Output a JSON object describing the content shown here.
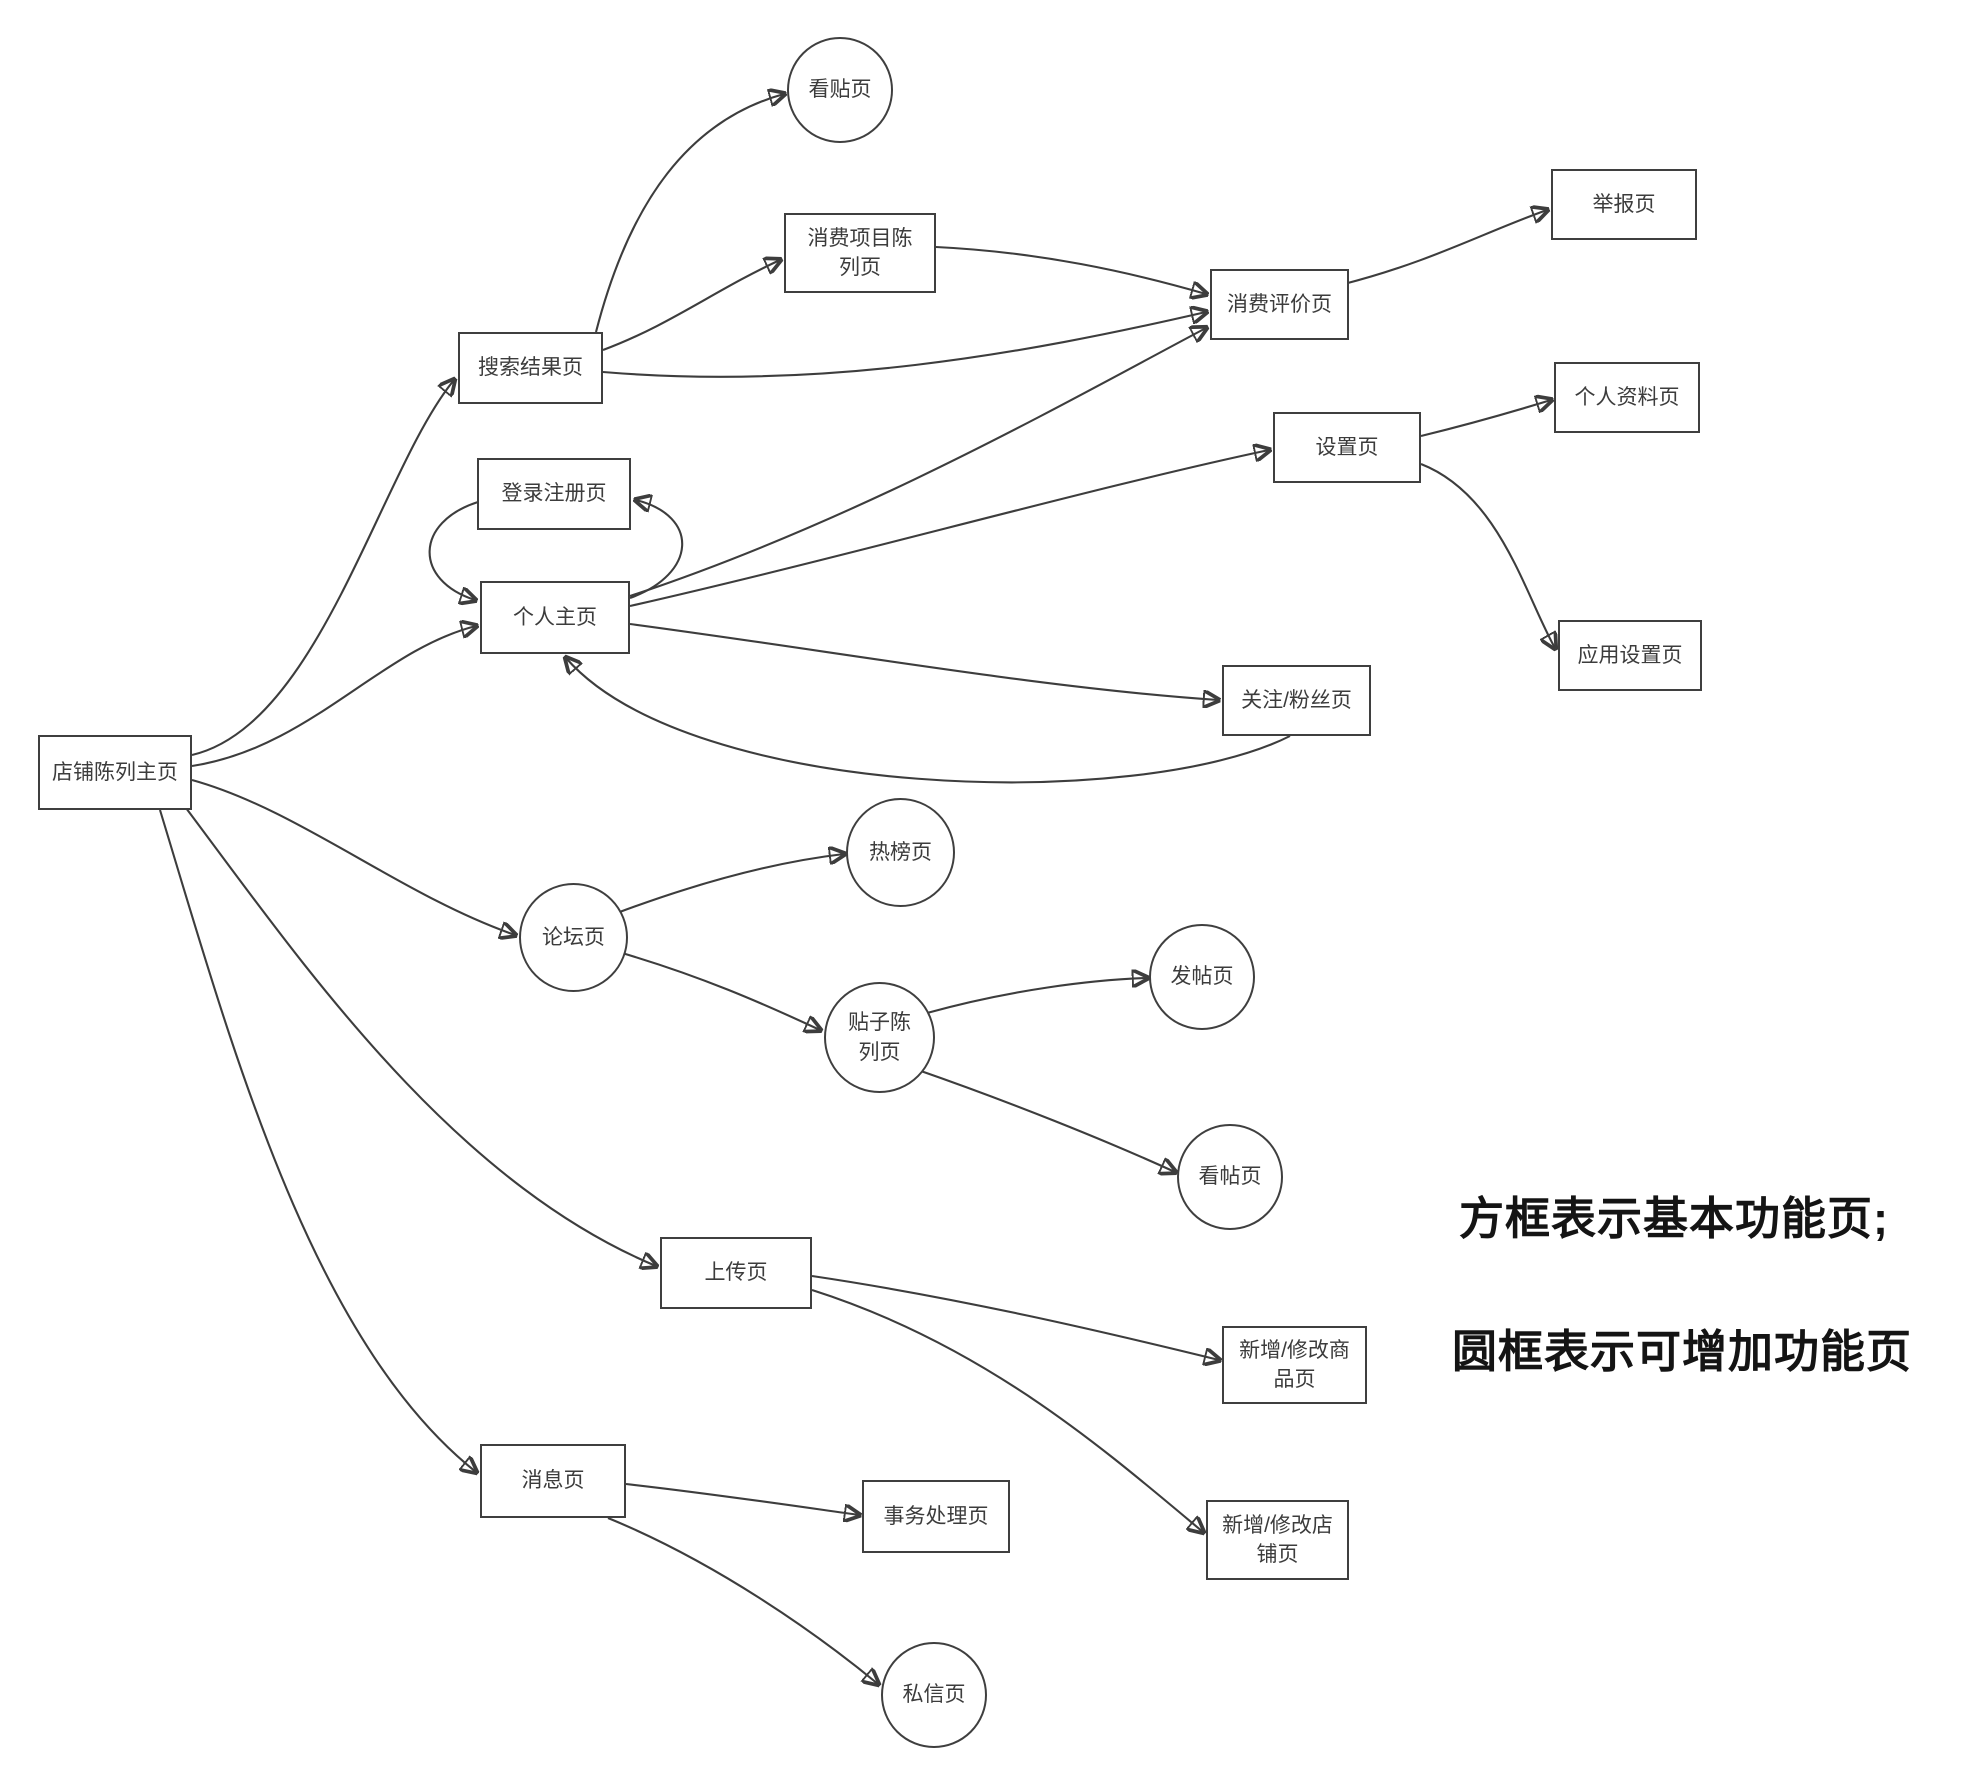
{
  "diagram": {
    "background_color": "#ffffff",
    "stroke_color": "#3d3d3d",
    "nodes": {
      "shop_home": {
        "label": "店铺陈列主页",
        "shape": "rect"
      },
      "search_results": {
        "label": "搜索结果页",
        "shape": "rect"
      },
      "view_post_bbs": {
        "label": "看贴页",
        "shape": "circle"
      },
      "consume_item_list": {
        "label": "消费项目陈\n列页",
        "shape": "rect"
      },
      "consume_review": {
        "label": "消费评价页",
        "shape": "rect"
      },
      "report": {
        "label": "举报页",
        "shape": "rect"
      },
      "settings": {
        "label": "设置页",
        "shape": "rect"
      },
      "profile": {
        "label": "个人资料页",
        "shape": "rect"
      },
      "app_settings": {
        "label": "应用设置页",
        "shape": "rect"
      },
      "login_register": {
        "label": "登录注册页",
        "shape": "rect"
      },
      "personal_home": {
        "label": "个人主页",
        "shape": "rect"
      },
      "follow_fans": {
        "label": "关注/粉丝页",
        "shape": "rect"
      },
      "forum": {
        "label": "论坛页",
        "shape": "circle"
      },
      "hot_list": {
        "label": "热榜页",
        "shape": "circle"
      },
      "post_list": {
        "label": "贴子陈\n列页",
        "shape": "circle"
      },
      "create_post": {
        "label": "发帖页",
        "shape": "circle"
      },
      "view_post": {
        "label": "看帖页",
        "shape": "circle"
      },
      "upload": {
        "label": "上传页",
        "shape": "rect"
      },
      "add_edit_product": {
        "label": "新增/修改商\n品页",
        "shape": "rect"
      },
      "add_edit_shop": {
        "label": "新增/修改店\n铺页",
        "shape": "rect"
      },
      "messages": {
        "label": "消息页",
        "shape": "rect"
      },
      "transactions": {
        "label": "事务处理页",
        "shape": "rect"
      },
      "private_message": {
        "label": "私信页",
        "shape": "circle"
      }
    },
    "edges": [
      {
        "from": "shop_home",
        "to": "search_results"
      },
      {
        "from": "shop_home",
        "to": "personal_home"
      },
      {
        "from": "shop_home",
        "to": "forum"
      },
      {
        "from": "shop_home",
        "to": "upload"
      },
      {
        "from": "shop_home",
        "to": "messages"
      },
      {
        "from": "search_results",
        "to": "view_post_bbs"
      },
      {
        "from": "search_results",
        "to": "consume_item_list"
      },
      {
        "from": "search_results",
        "to": "consume_review"
      },
      {
        "from": "consume_item_list",
        "to": "consume_review"
      },
      {
        "from": "consume_review",
        "to": "report"
      },
      {
        "from": "personal_home",
        "to": "login_register"
      },
      {
        "from": "login_register",
        "to": "personal_home"
      },
      {
        "from": "personal_home",
        "to": "settings"
      },
      {
        "from": "personal_home",
        "to": "consume_review"
      },
      {
        "from": "personal_home",
        "to": "follow_fans"
      },
      {
        "from": "follow_fans",
        "to": "personal_home"
      },
      {
        "from": "settings",
        "to": "profile"
      },
      {
        "from": "settings",
        "to": "app_settings"
      },
      {
        "from": "forum",
        "to": "hot_list"
      },
      {
        "from": "forum",
        "to": "post_list"
      },
      {
        "from": "post_list",
        "to": "create_post"
      },
      {
        "from": "post_list",
        "to": "view_post"
      },
      {
        "from": "upload",
        "to": "add_edit_product"
      },
      {
        "from": "upload",
        "to": "add_edit_shop"
      },
      {
        "from": "messages",
        "to": "transactions"
      },
      {
        "from": "messages",
        "to": "private_message"
      }
    ],
    "legend": {
      "line1": "方框表示基本功能页;",
      "line2": "圆框表示可增加功能页"
    }
  }
}
